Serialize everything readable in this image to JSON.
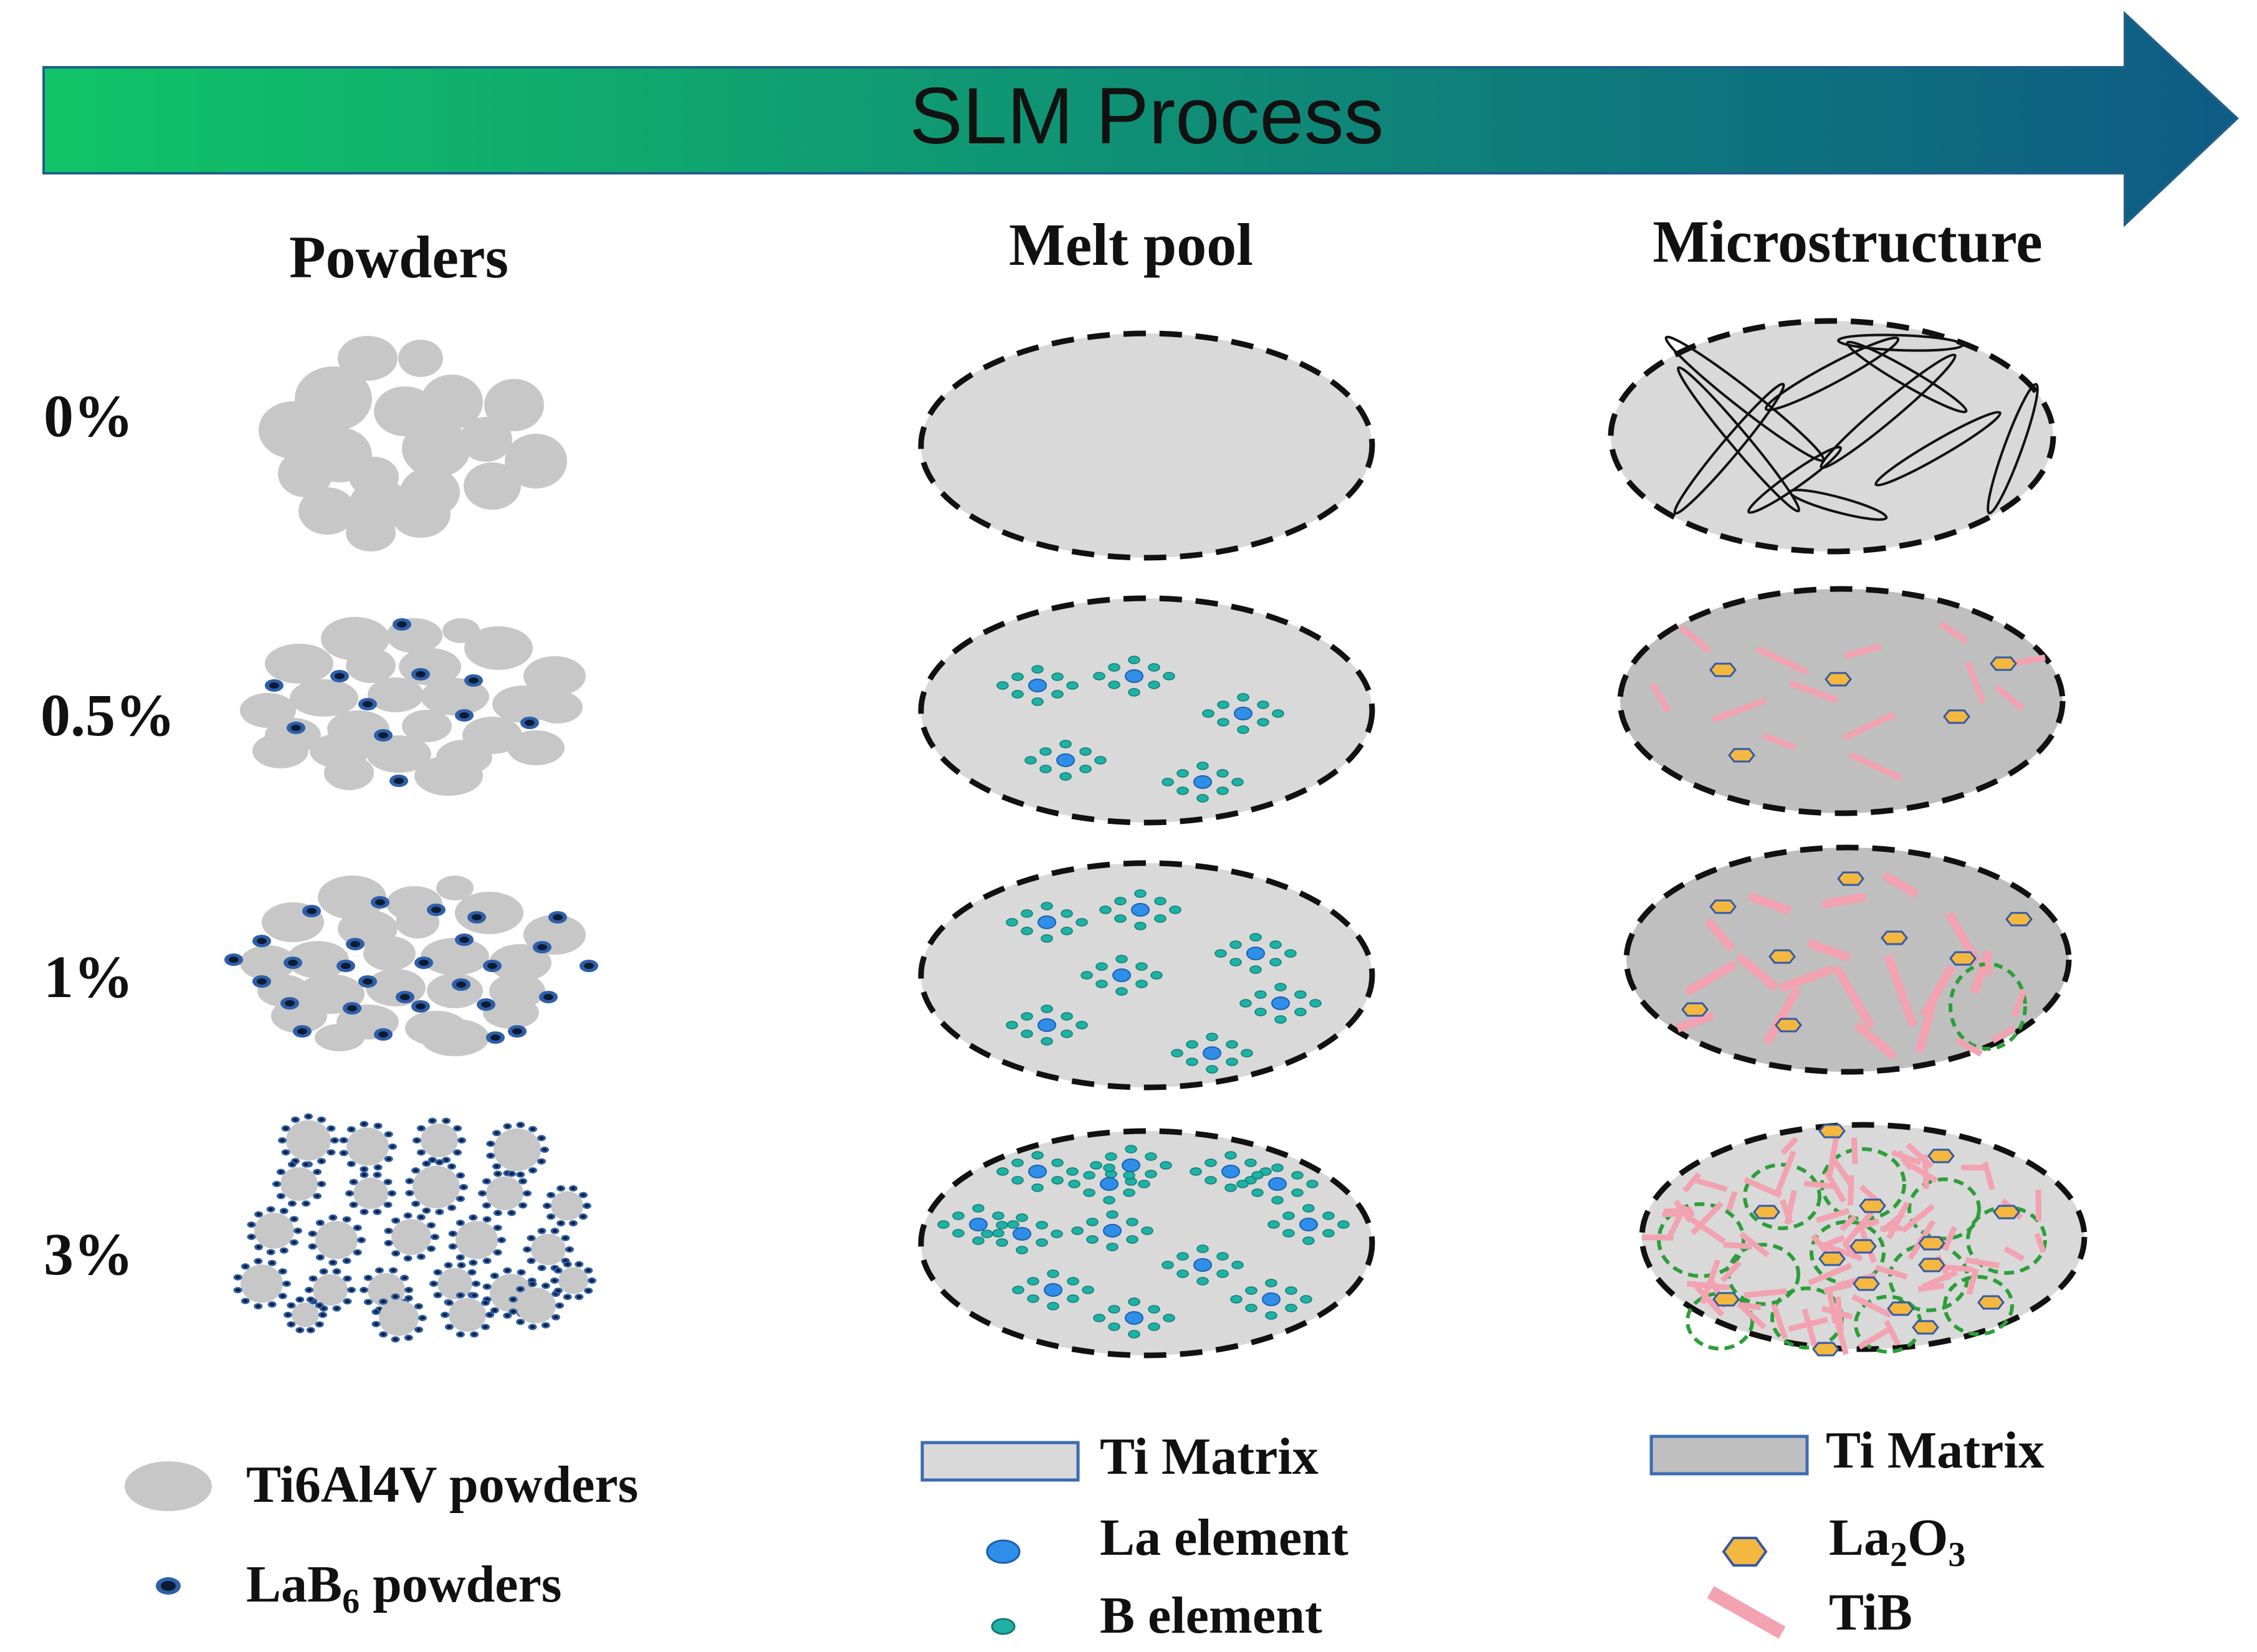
{
  "banner": {
    "label": "SLM Process",
    "color_start": "#10c467",
    "color_end": "#0e5b84"
  },
  "columns": {
    "powders": "Powders",
    "melt_pool": "Melt pool",
    "microstructure": "Microstructure"
  },
  "rows": [
    {
      "label": "0%",
      "lab6_level": 0
    },
    {
      "label": "0.5%",
      "lab6_level": 1
    },
    {
      "label": "1%",
      "lab6_level": 2
    },
    {
      "label": "3%",
      "lab6_level": 3
    }
  ],
  "legend_powders": {
    "ti_powders": "Ti6Al4V powders",
    "lab6_powders_base": "LaB",
    "lab6_powders_sub": "6",
    "lab6_powders_suffix": " powders"
  },
  "legend_melt": {
    "ti_matrix": "Ti Matrix",
    "la_element": "La element",
    "b_element": "B element"
  },
  "legend_micro": {
    "ti_matrix": "Ti Matrix",
    "la2o3_a": "La",
    "la2o3_b": "2",
    "la2o3_c": "O",
    "la2o3_d": "3",
    "tib": "TiB"
  },
  "colors": {
    "powder": "#c7c7c7",
    "matrix_light": "#d9d9d9",
    "matrix_dark": "#bfbfbf",
    "la": "#2f8fe8",
    "b": "#1eb2a6",
    "lab6_ring": "#2e5fa8",
    "lab6_core": "#0b1b33",
    "la2o3_fill": "#f4b73f",
    "la2o3_edge": "#3159a6",
    "tib": "#f2a2b0",
    "boundary": "#2e9e3a"
  }
}
